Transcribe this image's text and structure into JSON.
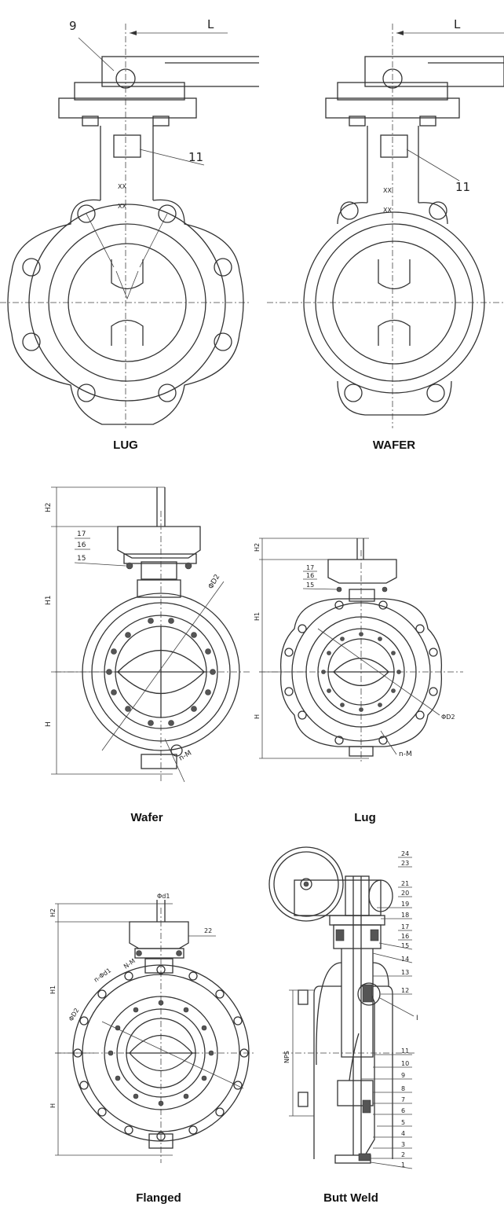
{
  "captions": {
    "lug_top": "LUG",
    "wafer_top": "WAFER",
    "wafer_mid": "Wafer",
    "lug_mid": "Lug",
    "flanged": "Flanged",
    "butt_weld": "Butt Weld"
  },
  "top_drawings": {
    "lug": {
      "dim_l": "L",
      "callout_9": "9",
      "callout_11": "11",
      "mark": "XX"
    },
    "wafer": {
      "dim_l": "L",
      "callout_11": "11",
      "mark": "XX"
    }
  },
  "wafer_drawing": {
    "dims": {
      "h2": "H2",
      "h1": "H1",
      "h": "H",
      "d2": "ΦD2",
      "nm": "n-M"
    },
    "items": [
      "17",
      "16",
      "15"
    ]
  },
  "lug_drawing": {
    "dims": {
      "h2": "H2",
      "h1": "H1",
      "h": "H",
      "d2": "ΦD2",
      "nm": "n-M"
    },
    "items": [
      "17",
      "16",
      "15"
    ]
  },
  "flanged_drawing": {
    "dims": {
      "h2": "H2",
      "h1": "H1",
      "h": "H",
      "d1": "Φd1",
      "d2": "ΦD2",
      "nm": "N-M",
      "nd1": "n-Φd1"
    },
    "items": [
      "22"
    ]
  },
  "butt_weld_drawing": {
    "dims": {
      "nps": "NPS",
      "detail": "I"
    },
    "items": [
      "24",
      "23",
      "21",
      "20",
      "19",
      "18",
      "17",
      "16",
      "15",
      "14",
      "13",
      "12",
      "11",
      "10",
      "9",
      "8",
      "7",
      "6",
      "5",
      "4",
      "3",
      "2",
      "1"
    ]
  }
}
